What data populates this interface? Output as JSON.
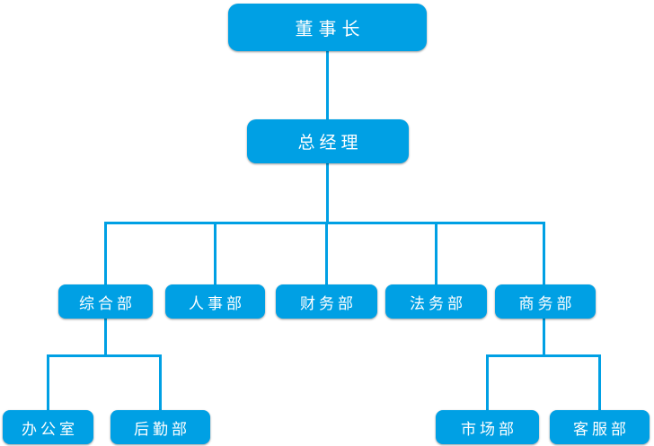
{
  "colors": {
    "node_fill": "#00A0E4",
    "node_text": "#FFFFFF",
    "connector": "#00A0E4",
    "background": "#FFFFFF"
  },
  "nodes": {
    "chairman": {
      "label": "董事长",
      "level": 1
    },
    "general_manager": {
      "label": "总经理",
      "level": 2
    },
    "dept_general_affairs": {
      "label": "综合部",
      "level": 3
    },
    "dept_hr": {
      "label": "人事部",
      "level": 3
    },
    "dept_finance": {
      "label": "财务部",
      "level": 3
    },
    "dept_legal": {
      "label": "法务部",
      "level": 3
    },
    "dept_business": {
      "label": "商务部",
      "level": 3
    },
    "office": {
      "label": "办公室",
      "level": 4
    },
    "dept_logistics": {
      "label": "后勤部",
      "level": 4
    },
    "dept_marketing": {
      "label": "市场部",
      "level": 4
    },
    "dept_customer_service": {
      "label": "客服部",
      "level": 4
    }
  },
  "hierarchy": {
    "董事长": [
      "总经理"
    ],
    "总经理": [
      "综合部",
      "人事部",
      "财务部",
      "法务部",
      "商务部"
    ],
    "综合部": [
      "办公室",
      "后勤部"
    ],
    "商务部": [
      "市场部",
      "客服部"
    ]
  }
}
